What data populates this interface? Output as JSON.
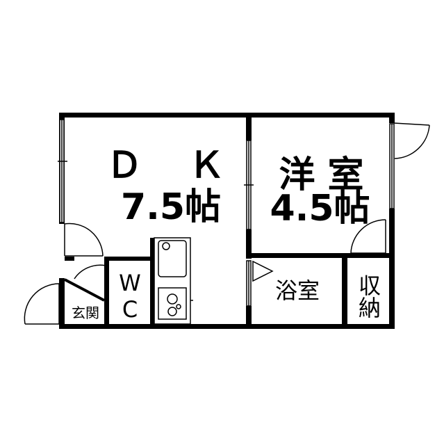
{
  "rooms": {
    "dk": {
      "name": "Ｄ Ｋ",
      "size": "7.5帖"
    },
    "western": {
      "name": "洋 室",
      "size": "4.5帖"
    },
    "bath": {
      "name": "浴室"
    },
    "storage": {
      "name": "収納"
    },
    "wc": {
      "name": "WC"
    },
    "entrance": {
      "name": "玄関"
    }
  },
  "colors": {
    "wall": "#000000",
    "background": "#ffffff",
    "fixture": "#555555"
  }
}
